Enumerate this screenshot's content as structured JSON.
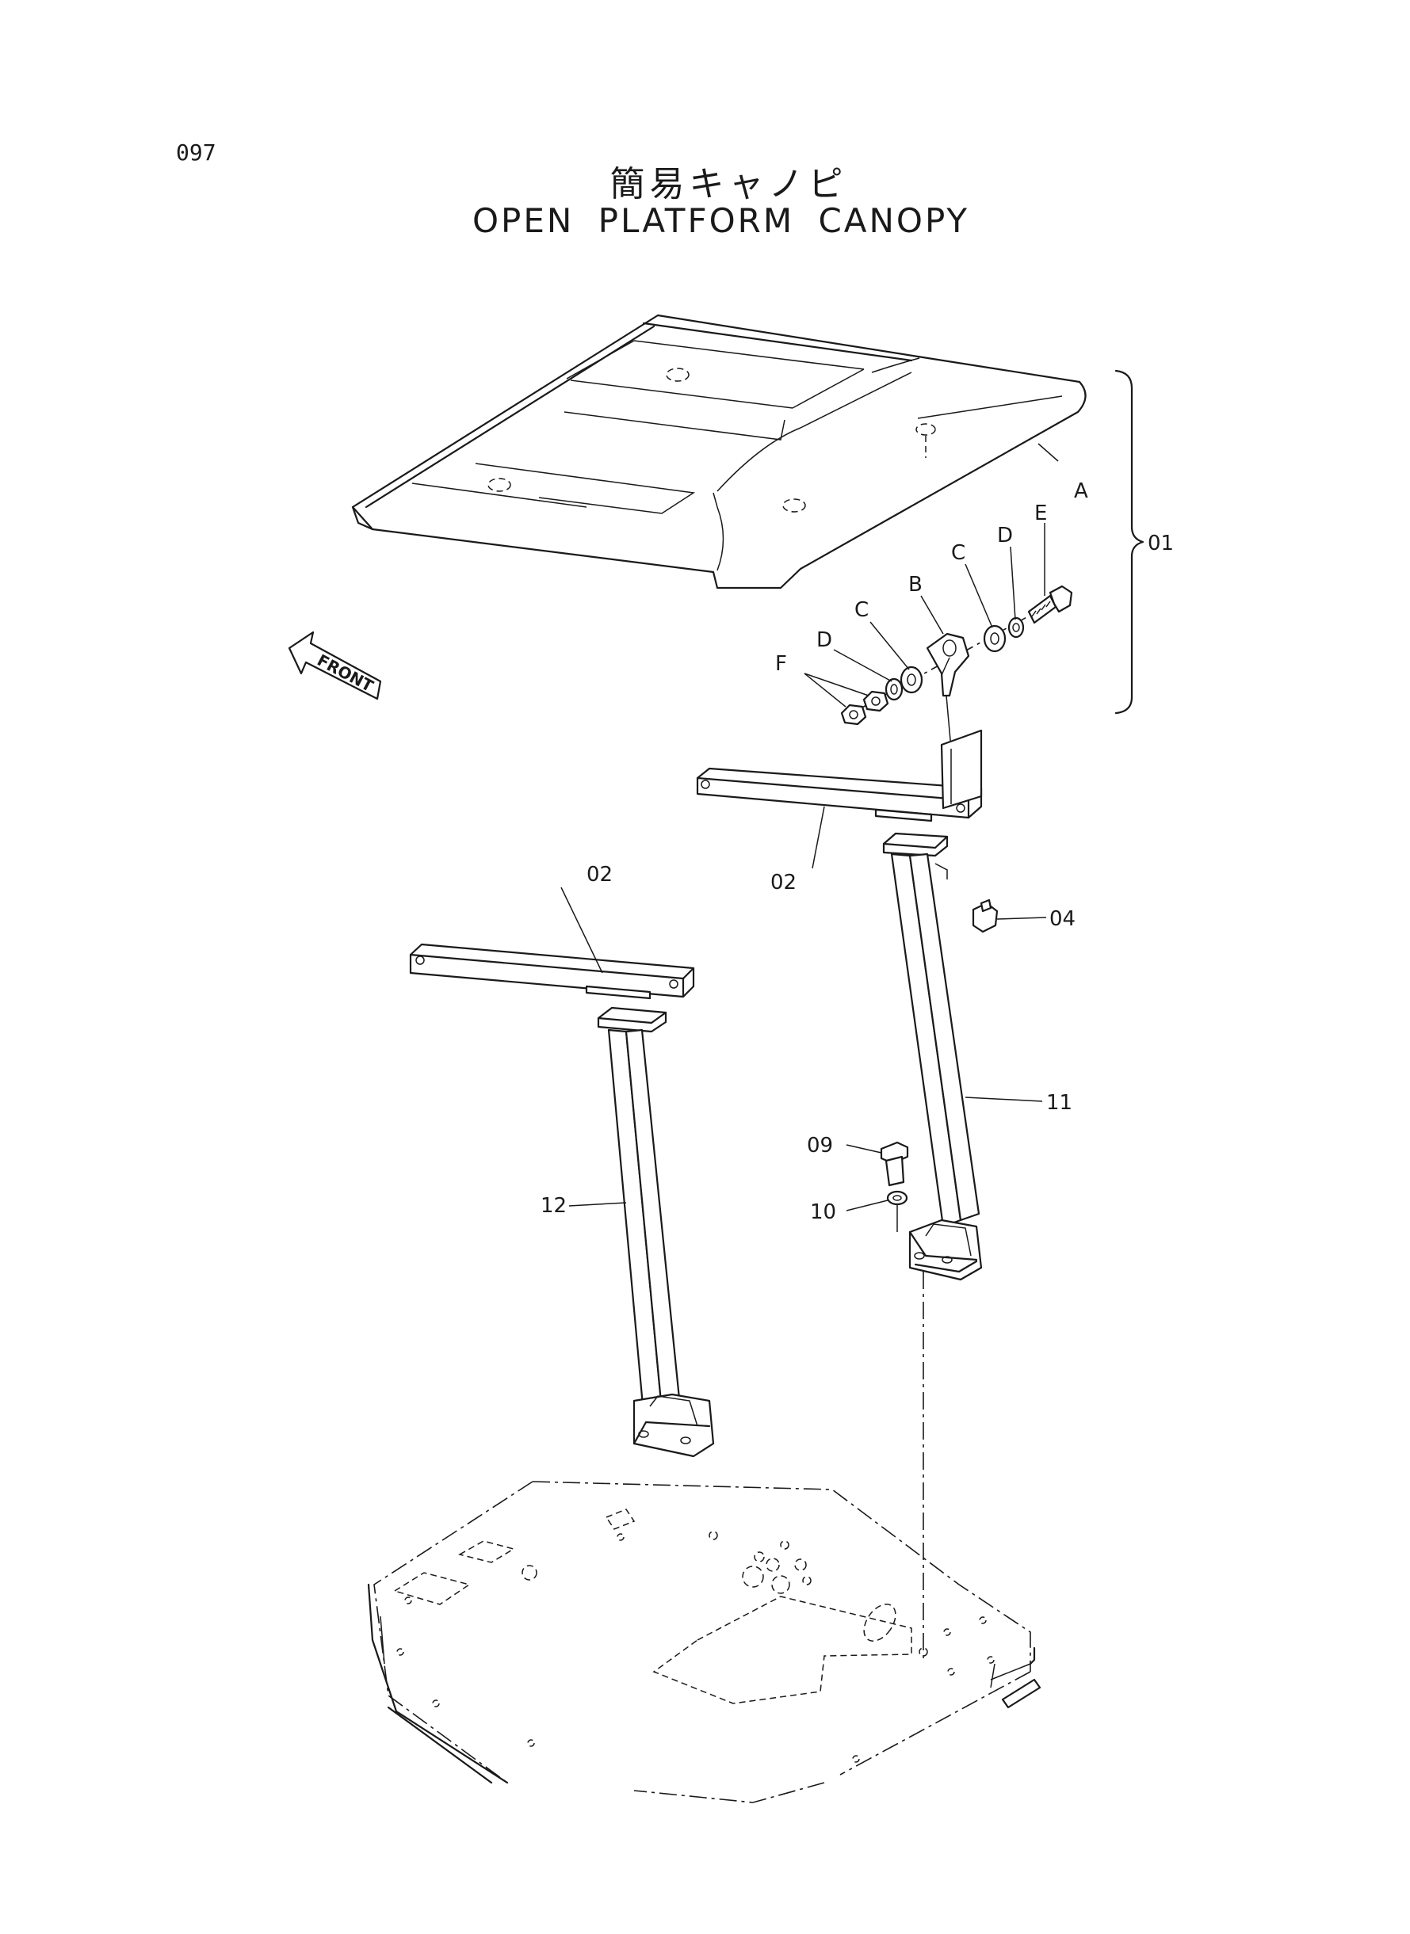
{
  "page_number": "097",
  "title_jp": "簡易キャノピ",
  "title_en": "OPEN PLATFORM CANOPY",
  "front_arrow_label": "FRONT",
  "group_label": "01",
  "callouts": {
    "a": "A",
    "b": "B",
    "c1": "C",
    "c2": "C",
    "d1": "D",
    "d2": "D",
    "e": "E",
    "f": "F",
    "p02_left": "02",
    "p02_right": "02",
    "p04": "04",
    "p09": "09",
    "p10": "10",
    "p11": "11",
    "p12": "12"
  }
}
